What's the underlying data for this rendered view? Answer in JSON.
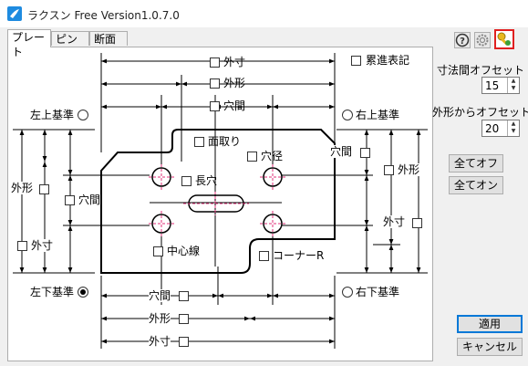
{
  "window": {
    "title": "ラクスン  Free   Version1.0.7.0"
  },
  "tabs": [
    {
      "label": "プレート",
      "active": true
    },
    {
      "label": "ピン",
      "active": false
    },
    {
      "label": "断面",
      "active": false
    }
  ],
  "diagram": {
    "outer_top": "外寸",
    "shape_top": "外形",
    "hole_top": "穴間",
    "cumulative": "累進表記",
    "top_left_ref": "左上基準",
    "top_right_ref": "右上基準",
    "bottom_left_ref": "左下基準",
    "bottom_right_ref": "右下基準",
    "chamfer": "面取り",
    "hole_diameter": "穴径",
    "slot": "長穴",
    "center_line": "中心線",
    "corner_r": "コーナーR",
    "left_shape": "外形",
    "left_hole": "穴間",
    "left_outer": "外寸",
    "right_hole": "穴間",
    "right_shape": "外形",
    "right_outer": "外寸",
    "hole_bottom": "穴間",
    "shape_bottom": "外形",
    "outer_bottom": "外寸"
  },
  "right_panel": {
    "dim_offset_label": "寸法間オフセット",
    "dim_offset_value": "15",
    "shape_offset_label": "外形からオフセット",
    "shape_offset_value": "20",
    "all_off": "全てオフ",
    "all_on": "全てオン"
  },
  "footer": {
    "apply": "適用",
    "cancel": "キャンセル"
  },
  "icons": [
    "help-icon",
    "settings-gear-icon",
    "key-icon"
  ],
  "colors": {
    "highlight": "#e02020",
    "hole_marker": "#e0307a",
    "default_button": "#0078d7"
  }
}
